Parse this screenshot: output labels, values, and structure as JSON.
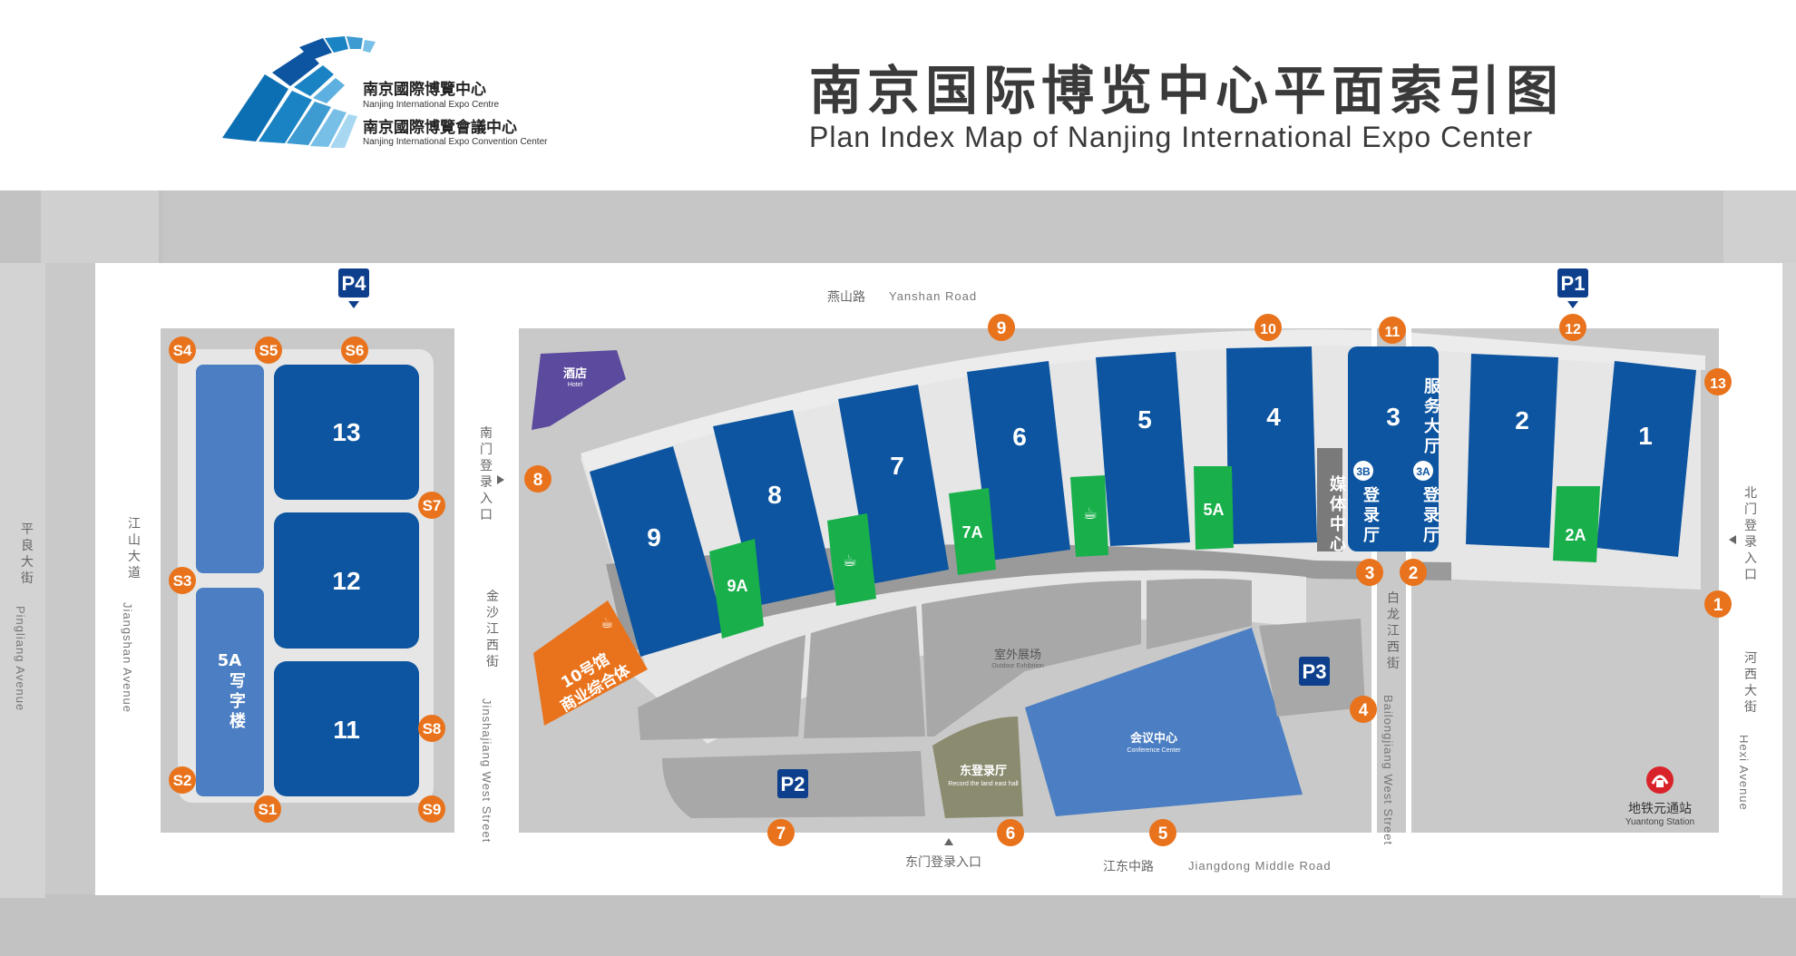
{
  "header": {
    "title_cn": "南京国际博览中心平面索引图",
    "title_en": "Plan Index Map of Nanjing International Expo Center",
    "logo": {
      "line1_cn": "南京國際博覽中心",
      "line1_en": "Nanjing International Expo Centre",
      "line2_cn": "南京國際博覽會議中心",
      "line2_en": "Nanjing International Expo Convention Center"
    }
  },
  "roads": {
    "north": {
      "cn": "燕山路",
      "en": "Yanshan Road"
    },
    "south": {
      "cn": "江东中路",
      "en": "Jiangdong Middle Road"
    },
    "far_west": {
      "cn": "平良大街",
      "en": "Pingliang Avenue"
    },
    "west": {
      "cn": "江山大道",
      "en": "Jiangshan Avenue"
    },
    "middle": {
      "cn": "金沙江西街",
      "en": "Jinshajiang West Street"
    },
    "east_mid": {
      "cn": "白龙江西街",
      "en": "Bailongjiang West Street"
    },
    "east": {
      "cn": "河西大街",
      "en": "Hexi Avenue"
    }
  },
  "entrances": {
    "south": "南门登录入口",
    "north": "北门登录入口",
    "east": "东门登录入口"
  },
  "halls": {
    "h1": "1",
    "h2": "2",
    "h3": "3",
    "h4": "4",
    "h5": "5",
    "h6": "6",
    "h7": "7",
    "h8": "8",
    "h9": "9",
    "h11": "11",
    "h12": "12",
    "h13": "13",
    "green_2a": "2A",
    "green_5a": "5A",
    "green_7a": "7A",
    "green_9a": "9A"
  },
  "labels": {
    "service_hall": "服务大厅",
    "reg_3b": "3B",
    "reg_3a": "3A",
    "reg_hall": "登录厅",
    "media_center": "媒体中心",
    "hotel_cn": "酒店",
    "hotel_en": "Hotel",
    "outdoor_cn": "室外展场",
    "outdoor_en": "Outdoor Exhibition",
    "conference_cn": "会议中心",
    "conference_en": "Conference Center",
    "east_reg_cn": "东登录厅",
    "east_reg_en": "Record the land east hall",
    "hall10_line1": "10号馆",
    "hall10_line2": "商业综合体",
    "office_5a": "5A",
    "office_cn": "写字楼",
    "metro_cn": "地铁元通站",
    "metro_en": "Yuantong Station"
  },
  "parking": {
    "p1": "P1",
    "p2": "P2",
    "p3": "P3",
    "p4": "P4"
  },
  "gates": {
    "g1": "1",
    "g2": "2",
    "g3": "3",
    "g4": "4",
    "g5": "5",
    "g6": "6",
    "g7": "7",
    "g8": "8",
    "g9": "9",
    "g10": "10",
    "g11": "11",
    "g12": "12",
    "g13": "13"
  },
  "south_gates": {
    "s1": "S1",
    "s2": "S2",
    "s3": "S3",
    "s4": "S4",
    "s5": "S5",
    "s6": "S6",
    "s7": "S7",
    "s8": "S8",
    "s9": "S9"
  },
  "colors": {
    "hall_blue": "#0d55a0",
    "light_blue": "#4b7ec2",
    "green": "#19b04b",
    "orange": "#e9731c",
    "purple": "#5b4a9e",
    "road_grey": "#c9c9c9",
    "walk_grey": "#e6e6e6",
    "lot_grey": "#a8a8a8",
    "olive": "#8b8b70",
    "metro_red": "#d9232a"
  }
}
